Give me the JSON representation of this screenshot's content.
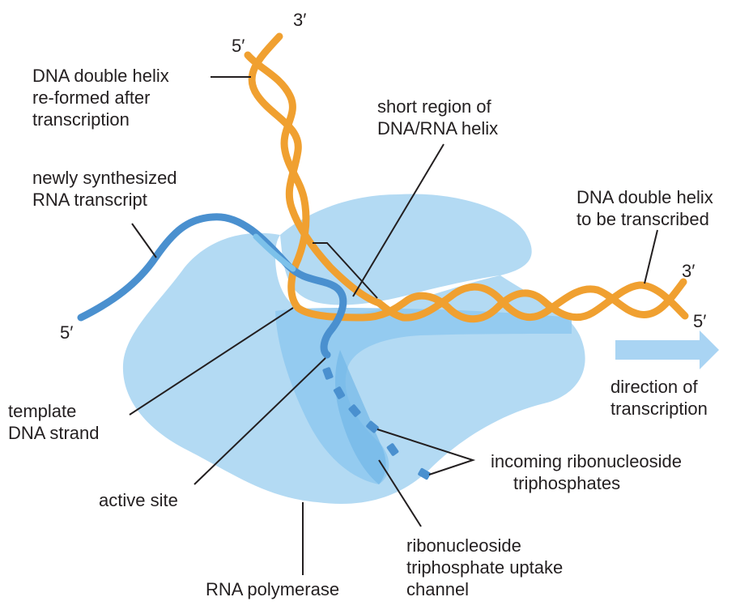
{
  "labels": {
    "dna_reformed": [
      "DNA double helix",
      "re-formed after",
      "transcription"
    ],
    "short_region": [
      "short region of",
      "DNA/RNA helix"
    ],
    "new_rna": [
      "newly synthesized",
      "RNA transcript"
    ],
    "dna_to_transcribe": [
      "DNA double helix",
      "to be transcribed"
    ],
    "template_strand": [
      "template",
      "DNA strand"
    ],
    "direction": [
      "direction of",
      "transcription"
    ],
    "incoming": [
      "incoming ribonucleoside",
      "triphosphates"
    ],
    "active_site": "active site",
    "uptake_channel": [
      "ribonucleoside",
      "triphosphate uptake",
      "channel"
    ],
    "polymerase": "RNA polymerase"
  },
  "strand_ends": {
    "top_3": "3′",
    "top_5": "5′",
    "rna_5": "5′",
    "right_3": "3′",
    "right_5": "5′"
  },
  "colors": {
    "dna": "#f0a030",
    "rna": "#4a90cf",
    "polymerase_light": "#b3daf3",
    "polymerase_mid": "#8ec8ee",
    "channel": "#6fb5e6",
    "arrow": "#a9d4f3",
    "text": "#231f20"
  }
}
